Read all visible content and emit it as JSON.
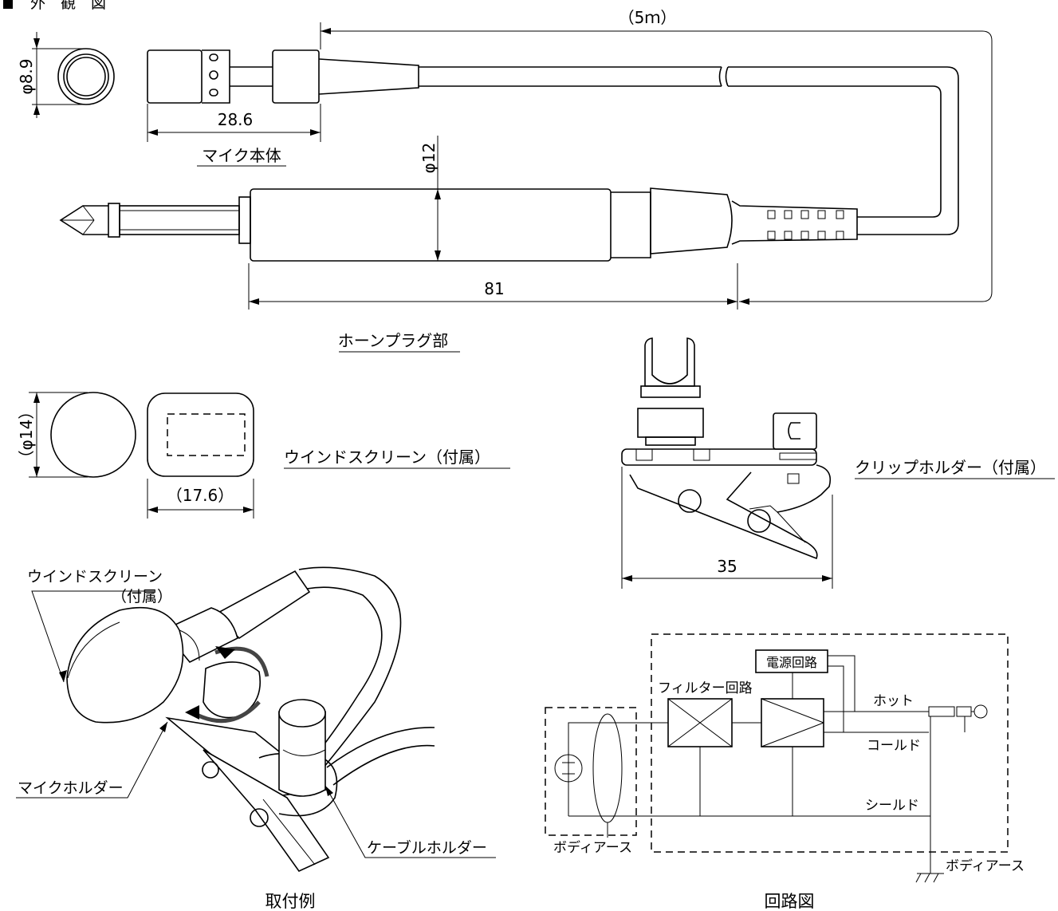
{
  "header": {
    "title": "外　観　図"
  },
  "dimensions": {
    "cable_length": "（5ｍ）",
    "mic_diameter": "φ8.9",
    "mic_length": "28.6",
    "plug_diameter": "φ12",
    "plug_length": "81",
    "windscreen_diameter": "（φ14）",
    "windscreen_length": "（17.6）",
    "clip_length": "35"
  },
  "parts": {
    "mic_body": "マイク本体",
    "phone_plug": "ホーンプラグ部",
    "windscreen": "ウインドスクリーン（付属）",
    "clip_holder": "クリップホルダー（付属）"
  },
  "mounting": {
    "title": "取付例",
    "windscreen_line1": "ウインドスクリーン",
    "windscreen_line2": "（付属）",
    "mic_holder": "マイクホルダー",
    "cable_holder": "ケーブルホルダー"
  },
  "circuit": {
    "title": "回路図",
    "power_circuit": "電源回路",
    "filter_circuit": "フィルター回路",
    "hot": "ホット",
    "cold": "コールド",
    "shield": "シールド",
    "body_earth_left": "ボディアース",
    "body_earth_right": "ボディアース"
  }
}
